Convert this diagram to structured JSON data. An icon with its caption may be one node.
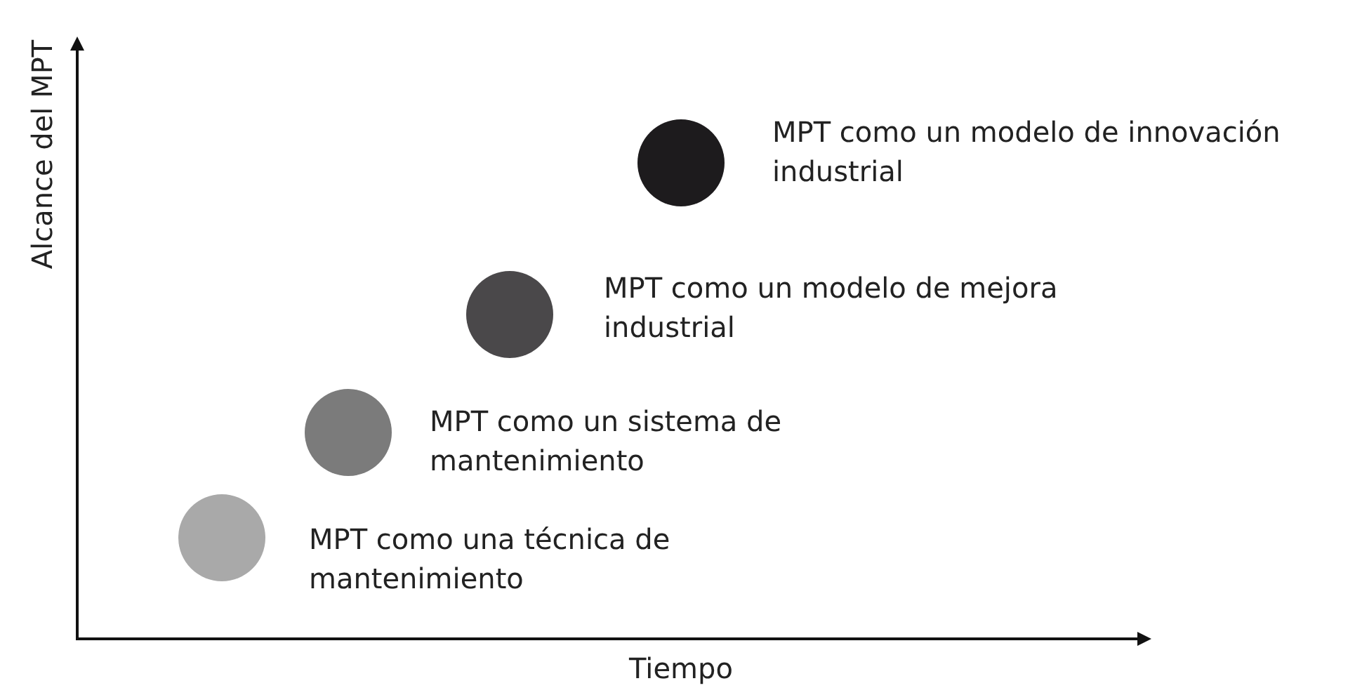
{
  "diagram": {
    "nodes": [
      {
        "text": [],
        "shape": "circle",
        "beside": [
          "MPT como una técnica de mantenimiento"
        ]
      },
      {
        "text": [],
        "shape": "circle",
        "beside": [
          "MPT como un sistema de mantenimiento"
        ]
      },
      {
        "text": [],
        "shape": "circle",
        "beside": [
          "MPT como un modelo de mejora industrial"
        ]
      },
      {
        "text": [],
        "shape": "circle",
        "beside": [
          "MPT como un modelo de innovación industrial"
        ]
      }
    ],
    "labels": [
      "Alcance del MPT",
      "Tiempo"
    ]
  }
}
